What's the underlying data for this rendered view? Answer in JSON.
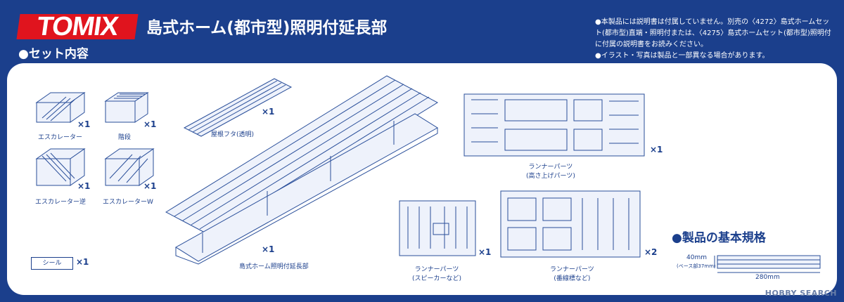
{
  "header": {
    "brand": "TOMIX",
    "product_title": "島式ホーム(都市型)照明付延長部",
    "section_title": "●セット内容"
  },
  "notes": [
    "●本製品には説明書は付属していません。別売の〈4272〉島式ホームセット(都市型)直端・照明付または、〈4275〉島式ホームセット(都市型)照明付に付属の説明書をお読みください。",
    "●イラスト・写真は製品と一部異なる場合があります。"
  ],
  "parts": [
    {
      "label": "エスカレーター",
      "qty": "×1"
    },
    {
      "label": "階段",
      "qty": "×1"
    },
    {
      "label": "エスカレーター逆",
      "qty": "×1"
    },
    {
      "label": "エスカレーターW",
      "qty": "×1"
    },
    {
      "label": "屋根フタ(透明)",
      "qty": "×1"
    },
    {
      "label": "島式ホーム照明付延長部",
      "qty": "×1"
    },
    {
      "label": "ランナーパーツ\n(高さ上げパーツ)",
      "qty": "×1"
    },
    {
      "label": "ランナーパーツ\n(スピーカーなど)",
      "qty": "×1"
    },
    {
      "label": "ランナーパーツ\n(番線標など)",
      "qty": "×2"
    }
  ],
  "seal": {
    "label": "シール",
    "qty": "×1"
  },
  "specs": {
    "title": "●製品の基本規格",
    "width": "40mm",
    "width_note": "(ベース部37mm)",
    "length": "280mm"
  },
  "watermark": "HOBBY SEARCH"
}
